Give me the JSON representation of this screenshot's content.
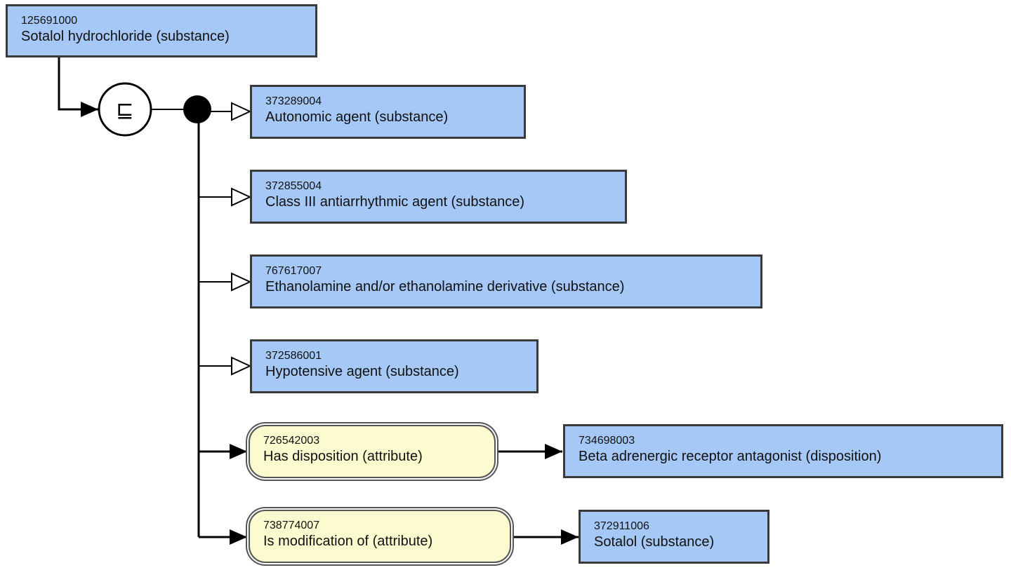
{
  "focus_concept": {
    "id": "125691000",
    "term": "Sotalol hydrochloride (substance)"
  },
  "definition_status_symbol": "⊑",
  "parents": [
    {
      "id": "373289004",
      "term": "Autonomic agent (substance)"
    },
    {
      "id": "372855004",
      "term": "Class III antiarrhythmic agent (substance)"
    },
    {
      "id": "767617007",
      "term": "Ethanolamine and/or ethanolamine derivative (substance)"
    },
    {
      "id": "372586001",
      "term": "Hypotensive agent (substance)"
    }
  ],
  "attributes": [
    {
      "attribute": {
        "id": "726542003",
        "term": "Has disposition (attribute)"
      },
      "value": {
        "id": "734698003",
        "term": "Beta adrenergic receptor antagonist (disposition)"
      }
    },
    {
      "attribute": {
        "id": "738774007",
        "term": "Is modification of (attribute)"
      },
      "value": {
        "id": "372911006",
        "term": "Sotalol (substance)"
      }
    }
  ],
  "colors": {
    "concept_fill": "#a6c8f7",
    "attribute_fill": "#fbfbcf",
    "line": "#000000"
  }
}
